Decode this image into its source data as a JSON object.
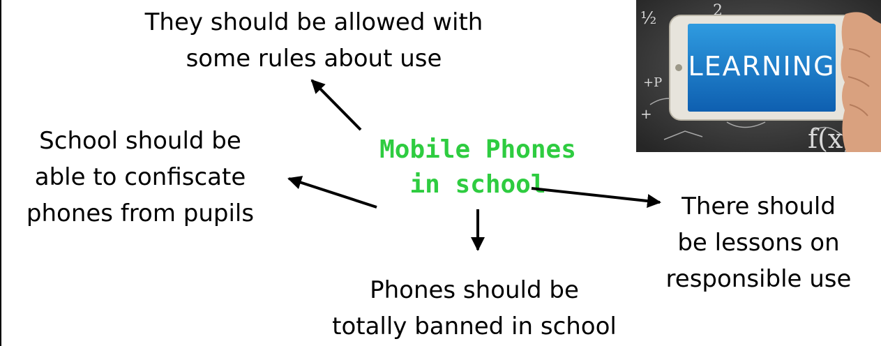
{
  "center": {
    "line1": "Mobile Phones",
    "line2": "in school",
    "color": "#2ecc40"
  },
  "ideas": {
    "top": {
      "line1": "They should be allowed with",
      "line2": "some rules about use"
    },
    "left": {
      "line1": "School should be",
      "line2": "able to confiscate",
      "line3": "phones from pupils"
    },
    "bottom": {
      "line1": "Phones should be",
      "line2": "totally banned in school"
    },
    "right": {
      "line1": "There should",
      "line2": "be lessons on",
      "line3": "responsible use"
    }
  },
  "photo": {
    "screen_text": "LEARNING",
    "chalk": {
      "t1": "½",
      "t2": "2",
      "t3": "+P",
      "t4": "f(x)",
      "t5": "+"
    },
    "icon": "phone-on-chalkboard-photo"
  }
}
